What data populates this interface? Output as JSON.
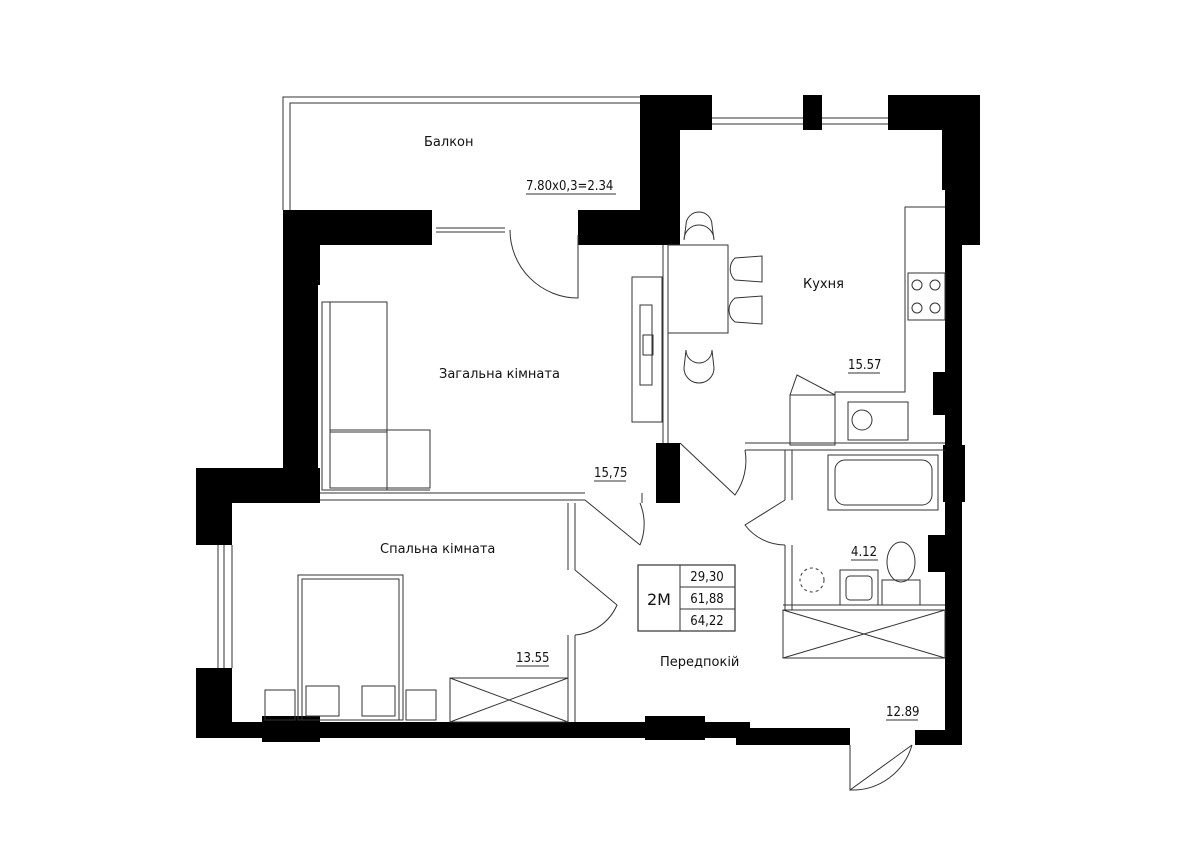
{
  "rooms": {
    "balcony": {
      "name": "Балкон",
      "area": "7.80x0,3=2.34"
    },
    "living": {
      "name": "Загальна кімната",
      "area": "15,75"
    },
    "kitchen": {
      "name": "Кухня",
      "area": "15.57"
    },
    "bedroom": {
      "name": "Спальна кімната",
      "area": "13.55"
    },
    "hall": {
      "name": "Передпокій",
      "area": "12.89"
    },
    "bathroom": {
      "area": "4.12"
    }
  },
  "summary": {
    "type": "2М",
    "living_area": "29,30",
    "total_area": "61,88",
    "total_with_balcony": "64,22"
  }
}
